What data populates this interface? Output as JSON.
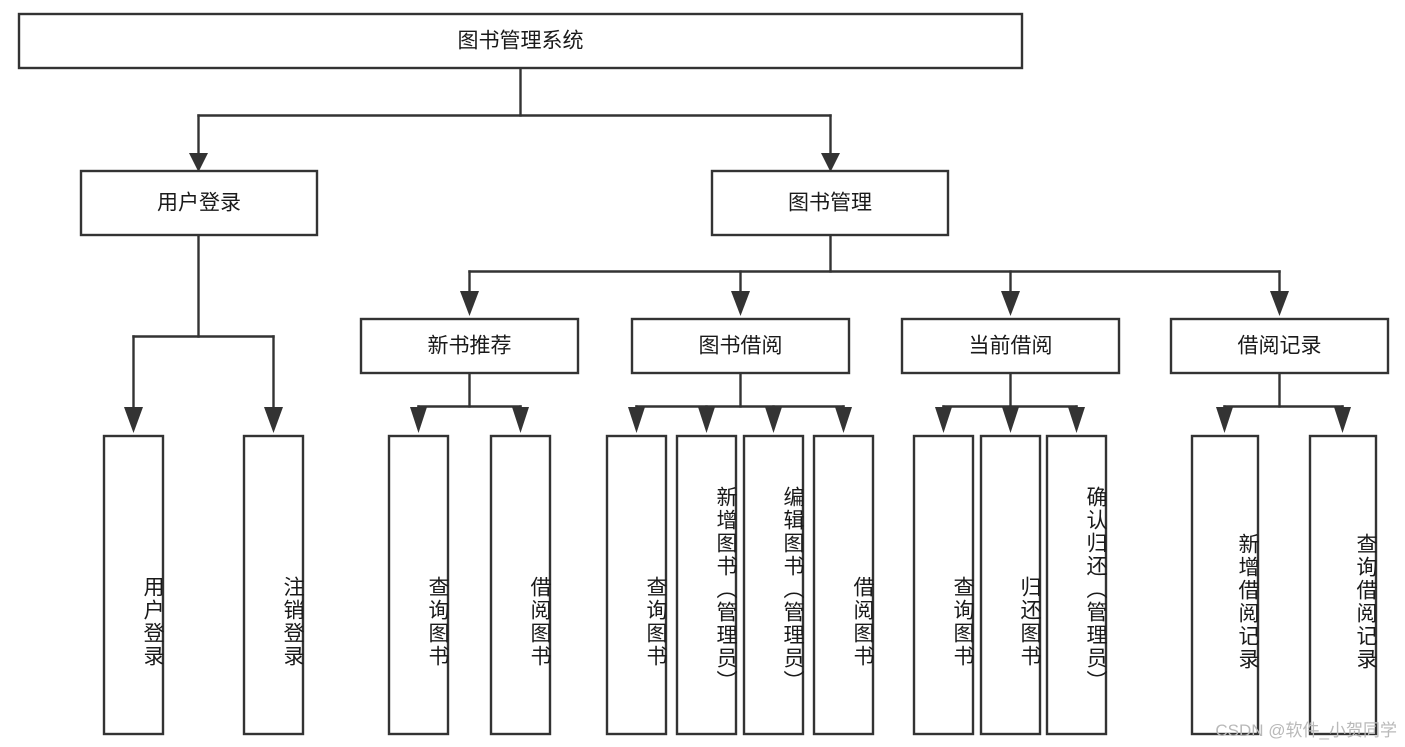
{
  "diagram": {
    "title_box": {
      "label": "图书管理系统"
    },
    "level1": [
      {
        "id": "user-login",
        "label": "用户登录"
      },
      {
        "id": "book-management",
        "label": "图书管理"
      }
    ],
    "level2": [
      {
        "id": "new-book-recommend",
        "label": "新书推荐"
      },
      {
        "id": "book-borrow",
        "label": "图书借阅"
      },
      {
        "id": "current-borrow",
        "label": "当前借阅"
      },
      {
        "id": "borrow-record",
        "label": "借阅记录"
      }
    ],
    "leaves": [
      {
        "id": "leaf-user-login",
        "label": "用户登录",
        "parent": "user-login"
      },
      {
        "id": "leaf-user-logout",
        "label": "注销登录",
        "parent": "user-login"
      },
      {
        "id": "leaf-query-book-1",
        "label": "查询图书",
        "parent": "new-book-recommend"
      },
      {
        "id": "leaf-borrow-book-1",
        "label": "借阅图书",
        "parent": "new-book-recommend"
      },
      {
        "id": "leaf-query-book-2",
        "label": "查询图书",
        "parent": "book-borrow"
      },
      {
        "id": "leaf-add-book",
        "label": "新增图书（管理员）",
        "parent": "book-borrow"
      },
      {
        "id": "leaf-edit-book",
        "label": "编辑图书（管理员）",
        "parent": "book-borrow"
      },
      {
        "id": "leaf-borrow-book-2",
        "label": "借阅图书",
        "parent": "book-borrow"
      },
      {
        "id": "leaf-query-book-3",
        "label": "查询图书",
        "parent": "current-borrow"
      },
      {
        "id": "leaf-return-book",
        "label": "归还图书",
        "parent": "current-borrow"
      },
      {
        "id": "leaf-confirm-return",
        "label": "确认归还（管理员）",
        "parent": "current-borrow"
      },
      {
        "id": "leaf-add-record",
        "label": "新增借阅记录",
        "parent": "borrow-record"
      },
      {
        "id": "leaf-query-record",
        "label": "查询借阅记录",
        "parent": "borrow-record"
      }
    ],
    "watermark": "CSDN @软件_小贺同学",
    "colors": {
      "stroke": "#333333",
      "fill": "#ffffff",
      "text": "#1a1a1a",
      "watermark": "#b9b9b9"
    }
  }
}
